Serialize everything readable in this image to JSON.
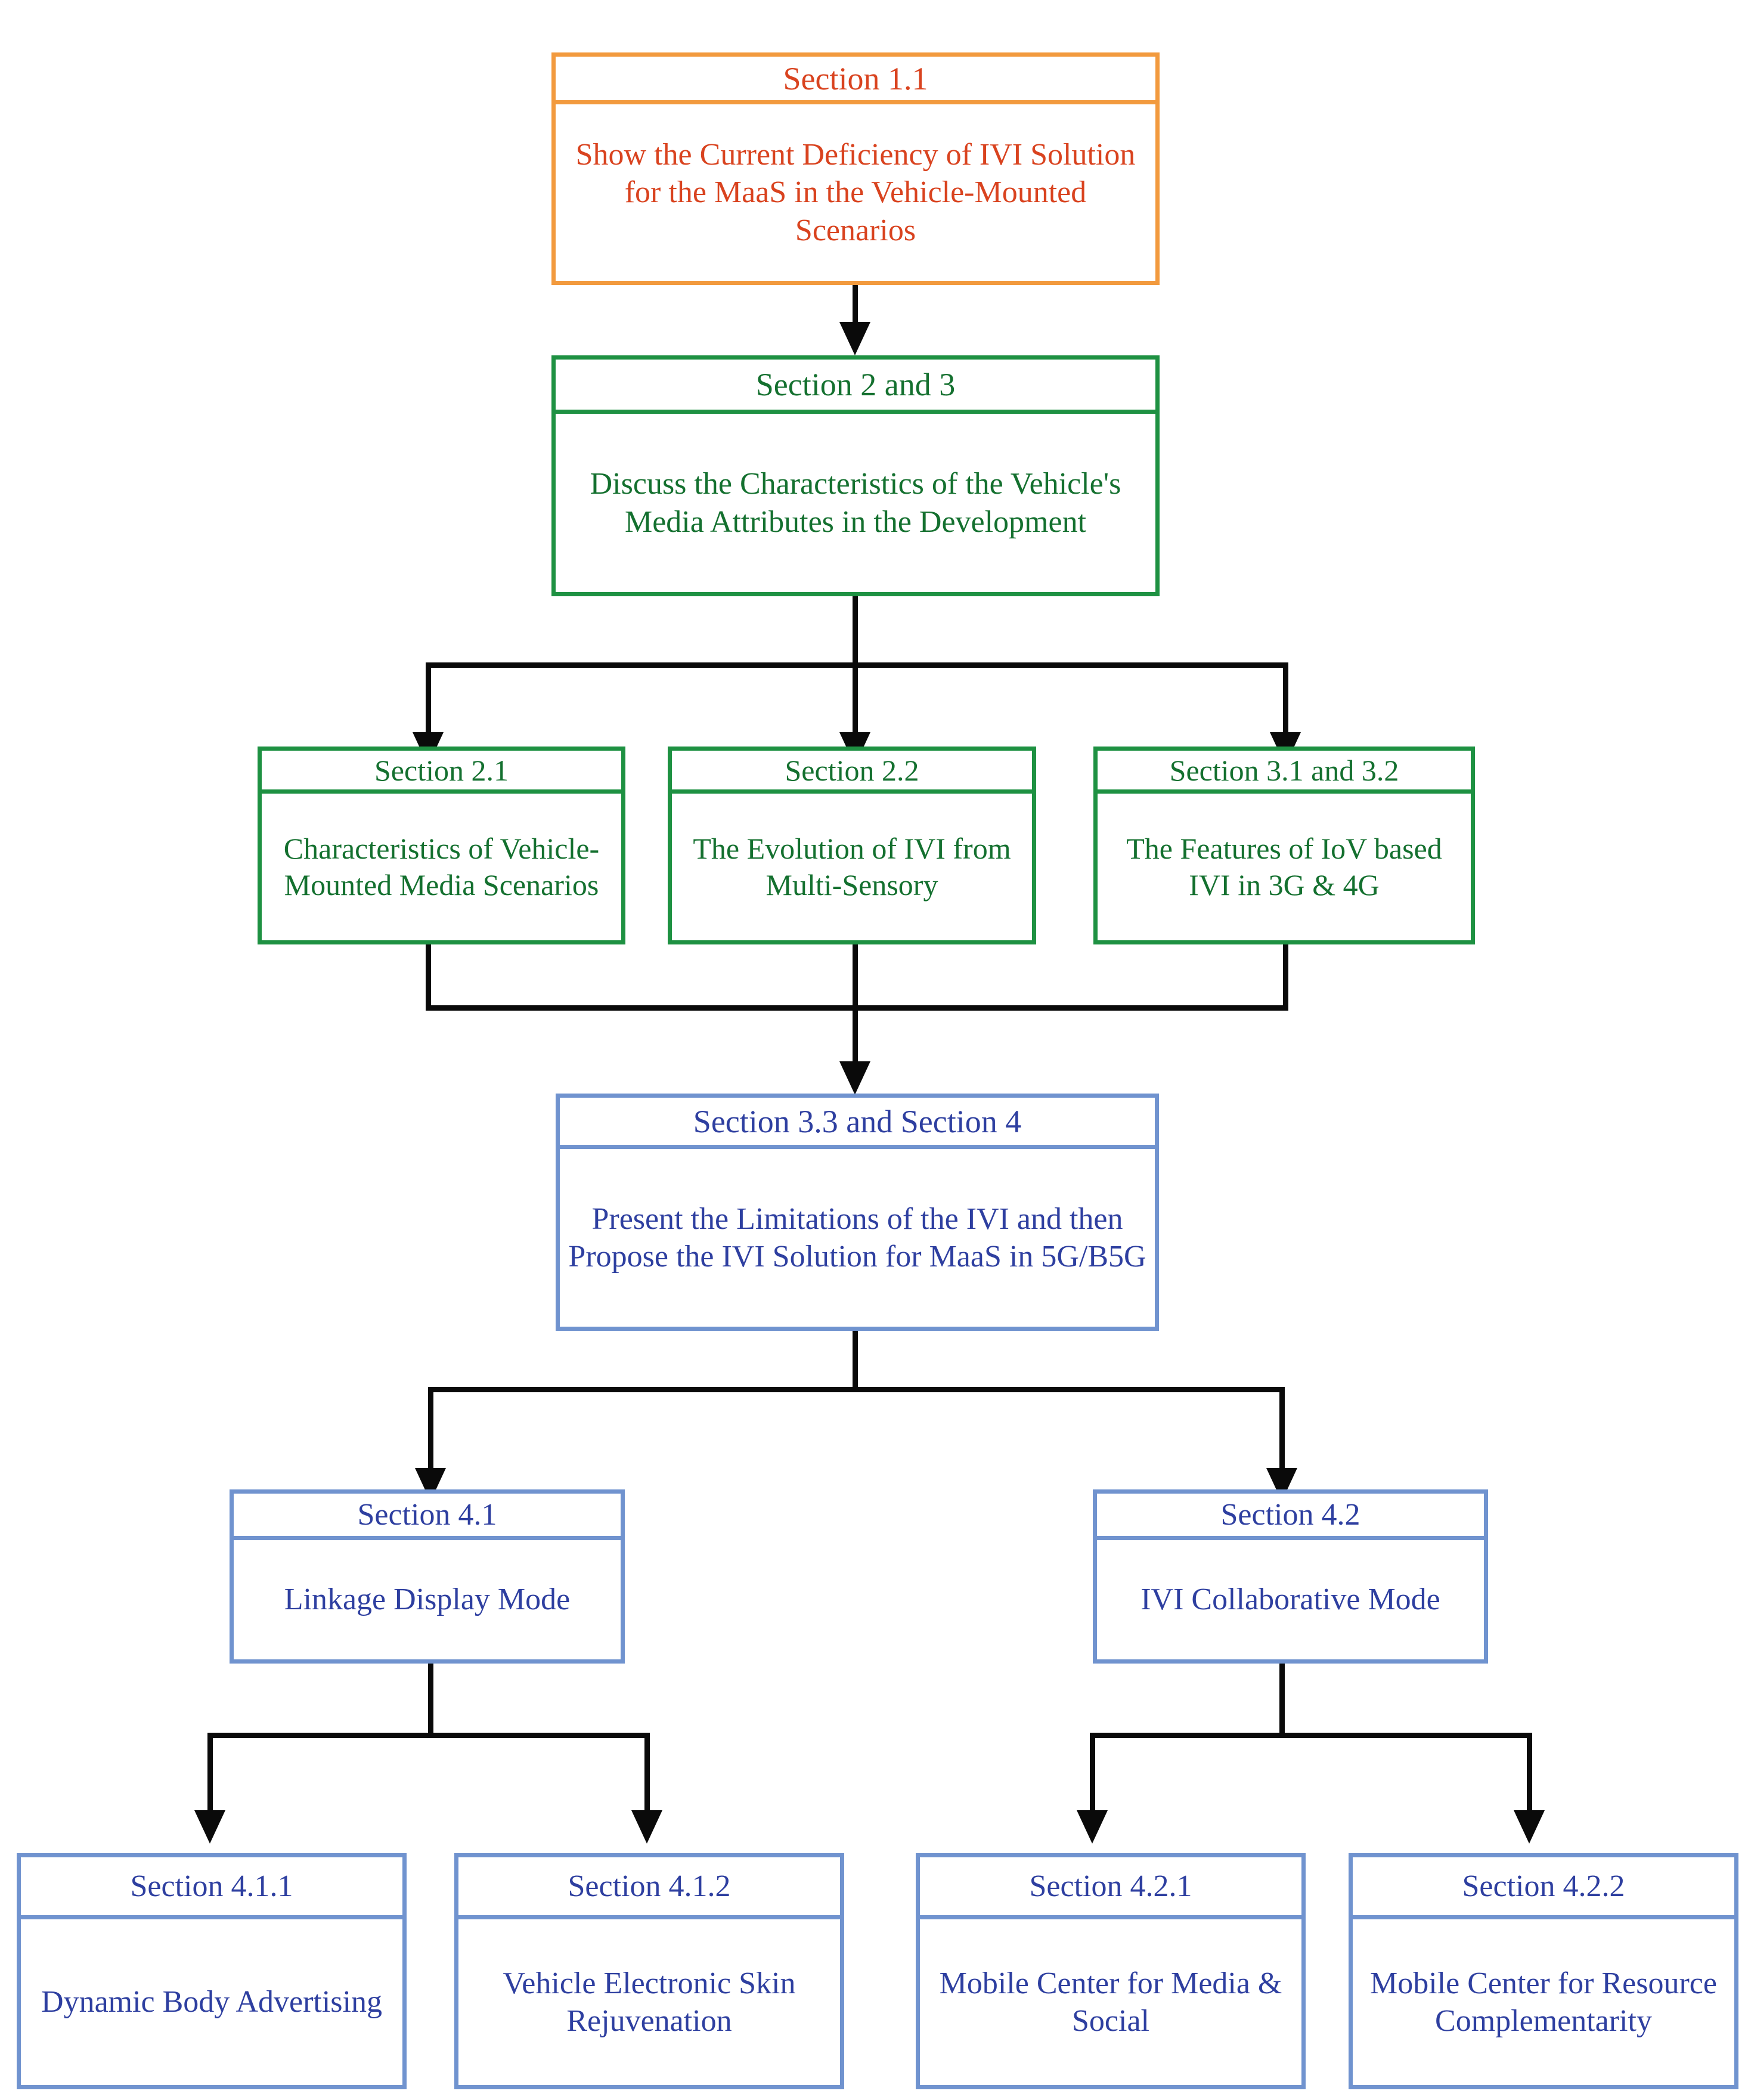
{
  "diagram": {
    "title": "Paper organization flowchart",
    "colors": {
      "orange_border": "#F29A3E",
      "orange_text": "#D9431F",
      "green_border": "#1E9142",
      "green_text": "#14702F",
      "blue_border": "#7093CF",
      "blue_text": "#2E3FA0",
      "connector": "#0a0a0a"
    },
    "nodes": {
      "sec1_1": {
        "header": "Section 1.1",
        "body": "Show the Current Deficiency of IVI Solution for the MaaS in the Vehicle-Mounted Scenarios",
        "color": "orange"
      },
      "sec2_3": {
        "header": "Section 2 and 3",
        "body": "Discuss the Characteristics of the Vehicle's Media Attributes in the Development",
        "color": "green"
      },
      "sec2_1": {
        "header": "Section 2.1",
        "body": "Characteristics of Vehicle-Mounted Media Scenarios",
        "color": "green"
      },
      "sec2_2": {
        "header": "Section 2.2",
        "body": "The Evolution of IVI from Multi-Sensory",
        "color": "green"
      },
      "sec3_1_3_2": {
        "header": "Section 3.1 and 3.2",
        "body": "The Features of IoV based IVI in 3G & 4G",
        "color": "green"
      },
      "sec3_3_4": {
        "header": "Section 3.3 and Section 4",
        "body": "Present the Limitations of the IVI and then Propose the IVI Solution for MaaS in 5G/B5G",
        "color": "blue"
      },
      "sec4_1": {
        "header": "Section 4.1",
        "body": "Linkage Display Mode",
        "color": "blue"
      },
      "sec4_2": {
        "header": "Section 4.2",
        "body": "IVI Collaborative Mode",
        "color": "blue"
      },
      "sec4_1_1": {
        "header": "Section 4.1.1",
        "body": "Dynamic Body Advertising",
        "color": "blue"
      },
      "sec4_1_2": {
        "header": "Section 4.1.2",
        "body": "Vehicle Electronic Skin Rejuvenation",
        "color": "blue"
      },
      "sec4_2_1": {
        "header": "Section 4.2.1",
        "body": "Mobile Center for Media & Social",
        "color": "blue"
      },
      "sec4_2_2": {
        "header": "Section 4.2.2",
        "body": "Mobile Center for Resource Complementarity",
        "color": "blue"
      }
    },
    "edges": [
      {
        "from": "sec1_1",
        "to": "sec2_3"
      },
      {
        "from": "sec2_3",
        "to": "sec2_1"
      },
      {
        "from": "sec2_3",
        "to": "sec2_2"
      },
      {
        "from": "sec2_3",
        "to": "sec3_1_3_2"
      },
      {
        "from": "sec2_1",
        "to": "sec3_3_4"
      },
      {
        "from": "sec2_2",
        "to": "sec3_3_4"
      },
      {
        "from": "sec3_1_3_2",
        "to": "sec3_3_4"
      },
      {
        "from": "sec3_3_4",
        "to": "sec4_1"
      },
      {
        "from": "sec3_3_4",
        "to": "sec4_2"
      },
      {
        "from": "sec4_1",
        "to": "sec4_1_1"
      },
      {
        "from": "sec4_1",
        "to": "sec4_1_2"
      },
      {
        "from": "sec4_2",
        "to": "sec4_2_1"
      },
      {
        "from": "sec4_2",
        "to": "sec4_2_2"
      }
    ]
  }
}
